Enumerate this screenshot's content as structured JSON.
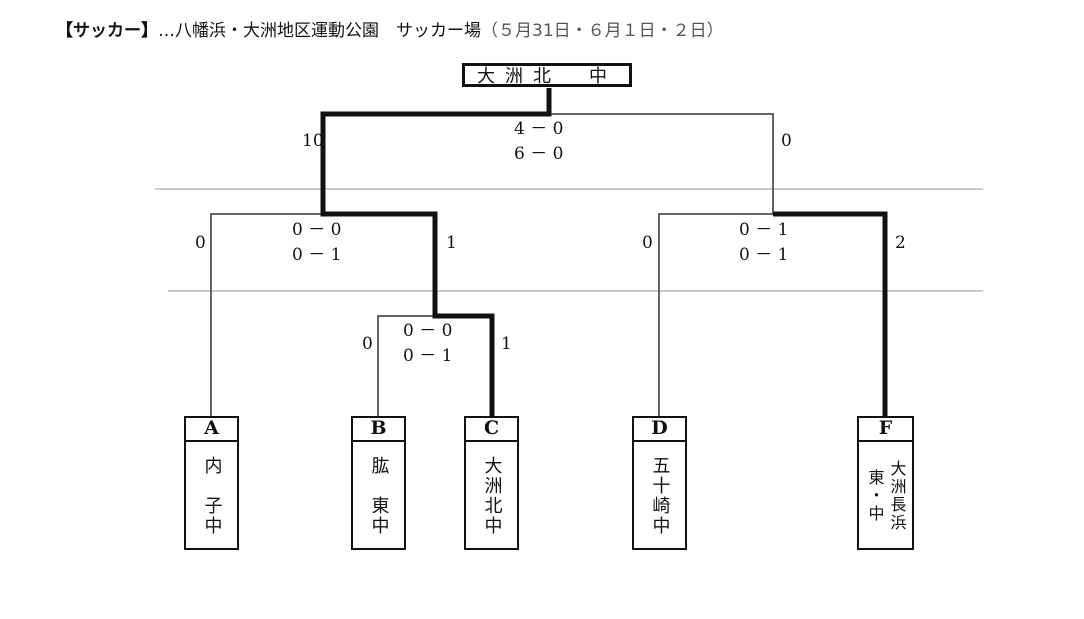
{
  "header": {
    "bracket": "【サッカー】",
    "title": "…八幡浜・大洲地区運動公園　サッカー場",
    "dates": "（５月31日・６月１日・２日）"
  },
  "champion": "大洲北　中",
  "final": {
    "left_score": "10",
    "right_score": "0",
    "line1": "4 － 0",
    "line2": "6 － 0"
  },
  "semi_left": {
    "left_score": "0",
    "right_score": "1",
    "line1": "0 － 0",
    "line2": "0 － 1"
  },
  "semi_right": {
    "left_score": "0",
    "right_score": "2",
    "line1": "0 － 1",
    "line2": "0 － 1"
  },
  "quarter": {
    "left_score": "0",
    "right_score": "1",
    "line1": "0 － 0",
    "line2": "0 － 1"
  },
  "teams": [
    {
      "letter": "A",
      "name": "内　子中"
    },
    {
      "letter": "B",
      "name": "肱　東中"
    },
    {
      "letter": "C",
      "name": "大洲北中"
    },
    {
      "letter": "D",
      "name": "五十崎中"
    },
    {
      "letter": "F",
      "name": "大洲長浜東・中"
    }
  ]
}
